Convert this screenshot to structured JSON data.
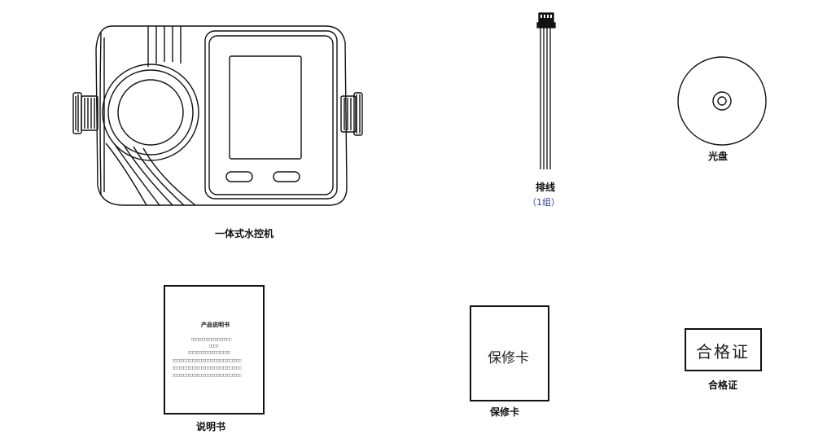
{
  "items": {
    "controller": {
      "label": "一体式水控机"
    },
    "cable": {
      "label": "排线",
      "quantity": "（1组）"
    },
    "disc": {
      "label": "光盘"
    },
    "manual": {
      "label": "说明书",
      "doc_title": "产品说明书",
      "doc_lines": [
        "□□□□□□□□□□□□□□□□□□",
        "□□□□",
        "□□□□□□□□□□□□□□□□□□□",
        "□□□□□□□□□□□□□□□□□□□□□□□□□□□□□□□",
        "□□□□□□□□□□□□□□□□□□□□□□□□□□□□□□□",
        "□□□□□□□□□□□□□□□□□□□□□□□□□□□□□□□"
      ]
    },
    "warranty": {
      "label": "保修卡",
      "card_text": "保修卡"
    },
    "certificate": {
      "label": "合格证",
      "card_text": "合格证"
    }
  }
}
